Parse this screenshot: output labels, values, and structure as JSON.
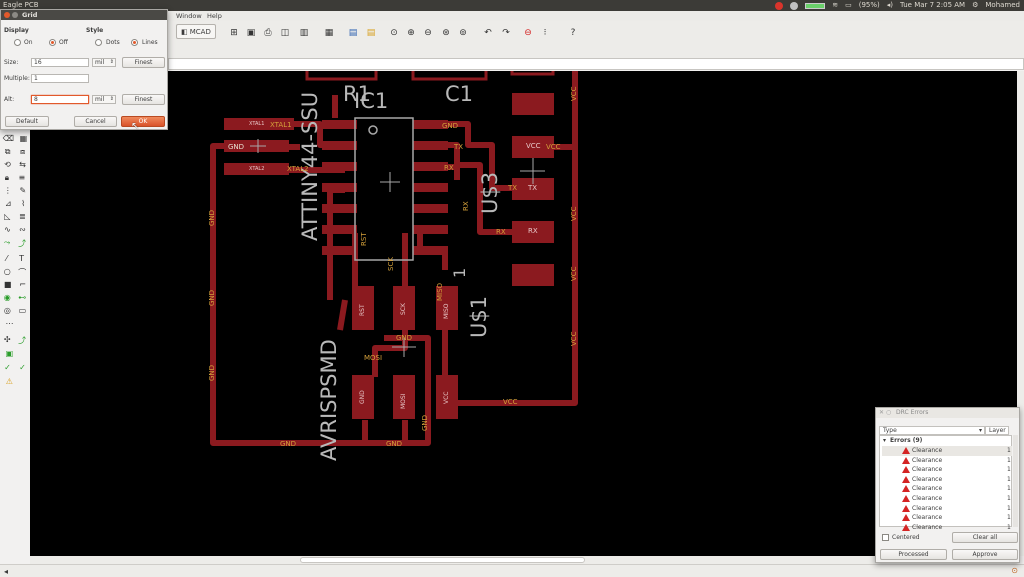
{
  "system": {
    "app_title": "Eagle PCB",
    "battery": "(95%)",
    "clock": "Tue Mar 7 2:05 AM",
    "user": "Mohamed"
  },
  "menu": {
    "items": [
      "Window",
      "Help"
    ]
  },
  "toolbar": {
    "mcad_label": "MCAD"
  },
  "grid_dialog": {
    "title": "Grid",
    "display_label": "Display",
    "style_label": "Style",
    "display_on": "On",
    "display_off": "Off",
    "style_dots": "Dots",
    "style_lines": "Lines",
    "display_selected": "Off",
    "style_selected": "Lines",
    "size_label": "Size:",
    "size_value": "16",
    "size_unit": "mil",
    "multiple_label": "Multiple:",
    "multiple_value": "1",
    "alt_label": "Alt:",
    "alt_value": "8",
    "alt_unit": "mil",
    "finest_label": "Finest",
    "default_label": "Default",
    "cancel_label": "Cancel",
    "ok_label": "OK"
  },
  "pcb": {
    "parts": {
      "r1": "R1",
      "c1": "C1",
      "ic1": "IC1",
      "ic1_value": "ATTINY44-SSU",
      "u3": "U$3",
      "u1": "U$1",
      "u1_pin": "1",
      "avrisp": "AVRISPSMD"
    },
    "net_labels": {
      "xtal1": "XTAL1",
      "xtal2": "XTAL2",
      "gnd": "GND",
      "tx": "TX",
      "rx": "RX",
      "vcc": "VCC",
      "rst": "RST",
      "sck": "SCK",
      "miso": "MISO",
      "mosi": "MOSI"
    },
    "pads": {
      "xtal1_pad": "XTAL1",
      "xtal2_pad": "XTAL2",
      "vcc_pad": "VCC",
      "tx_pad": "TX",
      "rx_pad": "RX",
      "rst_pad": "RST",
      "sck_pad": "SCK",
      "miso_pad": "MISO",
      "gnd_pad": "GND",
      "mosi_pad": "MOSI",
      "vcc_pad2": "VCC"
    }
  },
  "drc": {
    "title": "DRC Errors",
    "col_type": "Type",
    "col_layer": "Layer",
    "group_label": "Errors (9)",
    "errors": [
      {
        "type": "Clearance",
        "layer": "1"
      },
      {
        "type": "Clearance",
        "layer": "1"
      },
      {
        "type": "Clearance",
        "layer": "1"
      },
      {
        "type": "Clearance",
        "layer": "1"
      },
      {
        "type": "Clearance",
        "layer": "1"
      },
      {
        "type": "Clearance",
        "layer": "1"
      },
      {
        "type": "Clearance",
        "layer": "1"
      },
      {
        "type": "Clearance",
        "layer": "1"
      },
      {
        "type": "Clearance",
        "layer": "1"
      }
    ],
    "centered_label": "Centered",
    "clear_all_label": "Clear all",
    "processed_label": "Processed",
    "approve_label": "Approve"
  },
  "colors": {
    "copper": "#8b1a1f",
    "net_text": "#d4a03a",
    "silk": "#b9b9b9",
    "accent": "#e2592b"
  }
}
